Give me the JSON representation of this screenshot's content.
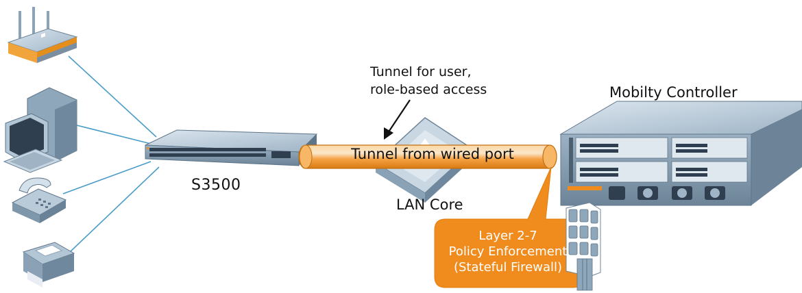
{
  "labels": {
    "tunnel_annotation_line1": "Tunnel for user,",
    "tunnel_annotation_line2": "role-based access",
    "controller": "Mobilty Controller",
    "switch": "S3500",
    "core": "LAN Core",
    "tunnel": "Tunnel from wired port",
    "policy_line1": "Layer 2-7",
    "policy_line2": "Policy Enforcement",
    "policy_line3": "(Stateful Firewall)"
  },
  "colors": {
    "tunnel": "#f5a142",
    "policy_callout": "#f08c1e",
    "link_line": "#4a9cc8",
    "device_body": "#a9bfd2",
    "device_dark": "#5e7488"
  },
  "icons": {
    "devices": [
      "router-icon",
      "desktop-computer-icon",
      "phone-icon",
      "printer-icon"
    ],
    "network": [
      "switch-icon",
      "core-router-icon",
      "controller-chassis-icon",
      "firewall-wall-icon"
    ]
  }
}
